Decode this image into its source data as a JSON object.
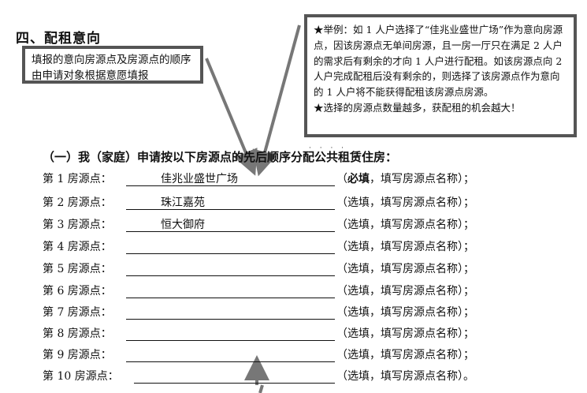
{
  "section_title": "四、配租意向",
  "note_left": "填报的意向房源点及房源点的顺序由申请对象根据意愿填报",
  "note_right": {
    "example": "★举例：如 1 人户选择了“佳兆业盛世广场”作为意向房源点，因该房源点无单间房源，且一房一厅只在满足 2 人户的需求后有剩余的才向 1 人户进行配租。如该房源点向 2 人户完成配租后没有剩余的，则选择了该房源点作为意向的 1 人户将不能获得配租该房源点房源。",
    "tip": "★选择的房源点数量越多，获配租的机会越大！"
  },
  "heading": "（一）我（家庭）申请按以下房源点的先后顺序分配公共租赁住房：",
  "dots": "· · · ·",
  "rows": [
    {
      "label": "第 1 房源点：",
      "value": "佳兆业盛世广场",
      "note_pre": "（",
      "note_bold": "必填",
      "note_post": "，填写房源点名称）；"
    },
    {
      "label": "第 2 房源点：",
      "value": "珠江嘉苑",
      "note": "（选填，填写房源点名称）；"
    },
    {
      "label": "第 3 房源点：",
      "value": "恒大御府",
      "note": "（选填，填写房源点名称）；"
    },
    {
      "label": "第 4 房源点：",
      "value": "",
      "note": "（选填，填写房源点名称）；"
    },
    {
      "label": "第 5 房源点：",
      "value": "",
      "note": "（选填，填写房源点名称）；"
    },
    {
      "label": "第 6 房源点：",
      "value": "",
      "note": "（选填，填写房源点名称）；"
    },
    {
      "label": "第 7 房源点：",
      "value": "",
      "note": "（选填，填写房源点名称）；"
    },
    {
      "label": "第 8 房源点：",
      "value": "",
      "note": "（选填，填写房源点名称）；"
    },
    {
      "label": "第 9 房源点：",
      "value": "",
      "note": "（选填，填写房源点名称）；"
    },
    {
      "label": "第 10 房源点：",
      "value": "",
      "note": "（选填，填写房源点名称）。"
    }
  ]
}
